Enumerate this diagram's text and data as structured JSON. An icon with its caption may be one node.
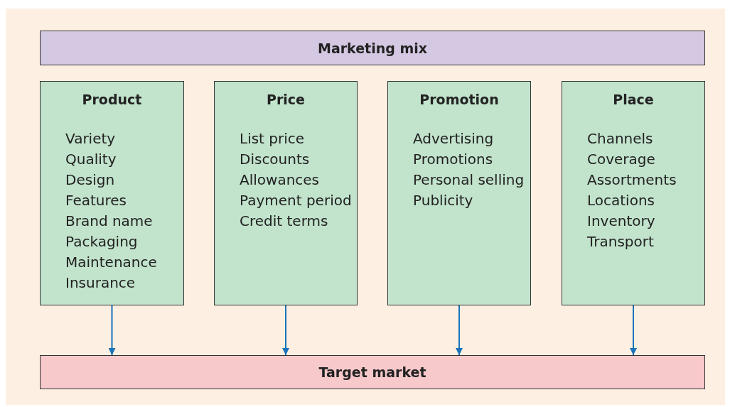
{
  "diagram": {
    "nodes": [
      {
        "text": [
          "Marketing mix"
        ]
      },
      {
        "text": [
          "Product",
          "Variety",
          "Quality",
          "Design",
          "Features",
          "Brand name",
          "Packaging",
          "Maintenance",
          "Insurance"
        ]
      },
      {
        "text": [
          "Price",
          "List price",
          "Discounts",
          "Allowances",
          "Payment period",
          "Credit terms"
        ]
      },
      {
        "text": [
          "Promotion",
          "Advertising",
          "Promotions",
          "Personal selling",
          "Publicity"
        ]
      },
      {
        "text": [
          "Place",
          "Channels",
          "Coverage",
          "Assortments",
          "Locations",
          "Inventory",
          "Transport"
        ]
      },
      {
        "text": [
          "Target market"
        ]
      }
    ],
    "edges": [
      {
        "from": 1,
        "to": 5,
        "arrow": "to"
      },
      {
        "from": 2,
        "to": 5,
        "arrow": "to"
      },
      {
        "from": 3,
        "to": 5,
        "arrow": "to"
      },
      {
        "from": 4,
        "to": 5,
        "arrow": "to"
      }
    ]
  }
}
